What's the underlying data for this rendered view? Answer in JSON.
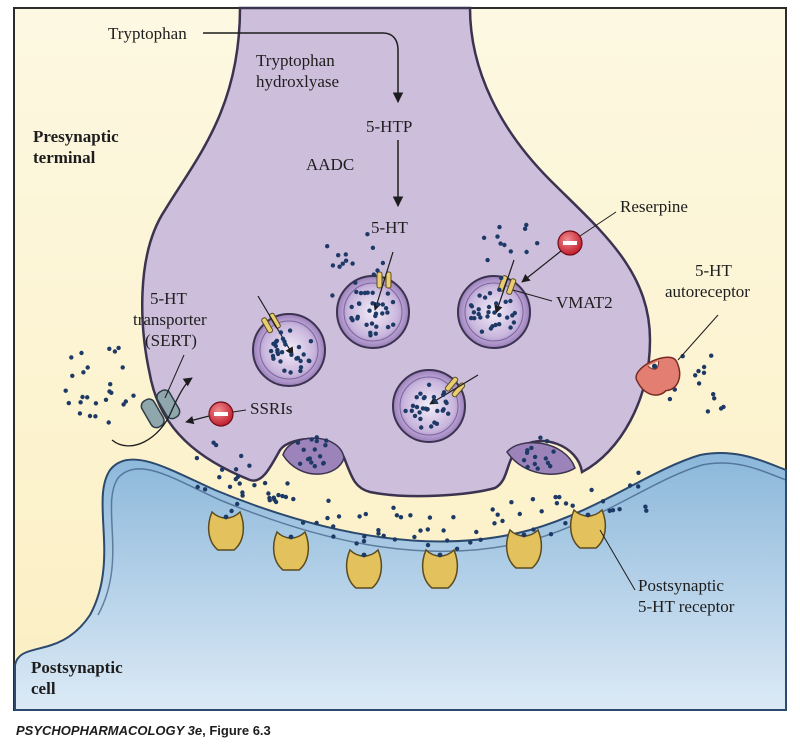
{
  "regions": {
    "presynaptic": "Presynaptic terminal",
    "postsynaptic": "Postsynaptic cell"
  },
  "pathway": {
    "precursor": "Tryptophan",
    "enzyme1": "Tryptophan hydroxlyase",
    "intermediate": "5-HTP",
    "enzyme2": "AADC",
    "product": "5-HT"
  },
  "labels": {
    "reserpine": "Reserpine",
    "vmat2": "VMAT2",
    "autoreceptor": "5-HT autoreceptor",
    "transporter": "5-HT transporter (SERT)",
    "ssri": "SSRIs",
    "post_receptor": "Postsynaptic 5-HT receptor"
  },
  "caption": {
    "book": "PSYCHOPHARMACOLOGY 3e",
    "figure": ", Figure 6.3"
  },
  "colors": {
    "background": "#fbf1c8",
    "neuron_fill": "#cdbfdc",
    "neuron_stroke": "#3b3350",
    "vesicle_fill": "#a990c4",
    "post_top": "#8bb7da",
    "post_bottom": "#dceaf6",
    "receptor": "#e3c15c",
    "autoreceptor": "#e27e72",
    "inhibitor": "#cf1f2e",
    "transporter": "#8fa6ad",
    "dots": "#1d3a66"
  }
}
